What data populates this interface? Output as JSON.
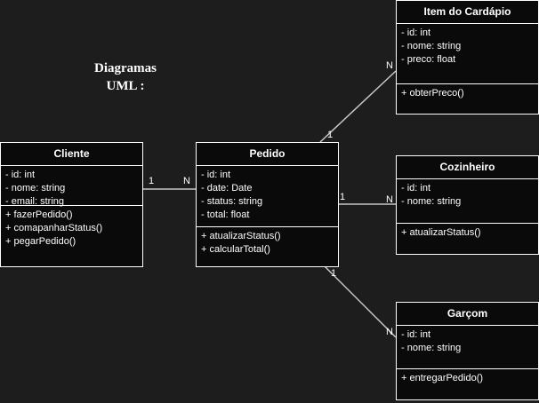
{
  "heading": {
    "line1": "Diagramas",
    "line2": "UML :"
  },
  "classes": {
    "cliente": {
      "name": "Cliente",
      "attributes": [
        "- id: int",
        "- nome: string",
        "- email: string"
      ],
      "methods": [
        "+ fazerPedido()",
        "+ comapanharStatus()",
        "+ pegarPedido()"
      ]
    },
    "pedido": {
      "name": "Pedido",
      "attributes": [
        "- id: int",
        "- date: Date",
        "- status: string",
        "- total: float"
      ],
      "methods": [
        "+ atualizarStatus()",
        "+ calcularTotal()"
      ]
    },
    "item": {
      "name": "Item do Cardápio",
      "attributes": [
        "- id: int",
        "- nome: string",
        "- preco: float"
      ],
      "methods": [
        "+ obterPreco()"
      ]
    },
    "cozinheiro": {
      "name": "Cozinheiro",
      "attributes": [
        "- id: int",
        "- nome: string"
      ],
      "methods": [
        "+ atualizarStatus()"
      ]
    },
    "garcom": {
      "name": "Garçom",
      "attributes": [
        "- id: int",
        "- nome: string"
      ],
      "methods": [
        "+ entregarPedido()"
      ]
    }
  },
  "associations": [
    {
      "from": "cliente",
      "to": "pedido",
      "from_mult": "1",
      "to_mult": "N"
    },
    {
      "from": "pedido",
      "to": "item",
      "from_mult": "1",
      "to_mult": "N"
    },
    {
      "from": "pedido",
      "to": "cozinheiro",
      "from_mult": "1",
      "to_mult": "N"
    },
    {
      "from": "pedido",
      "to": "garcom",
      "from_mult": "1",
      "to_mult": "N"
    }
  ],
  "colors": {
    "background": "#1d1d1d",
    "box_fill": "#0a0a0a",
    "stroke": "#ffffff",
    "edge": "#c8c8c8"
  }
}
